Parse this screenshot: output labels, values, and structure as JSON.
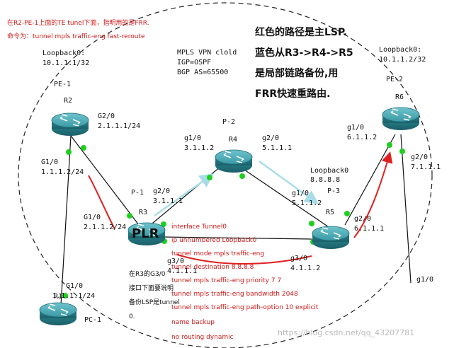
{
  "top_note": [
    "在R2-PE-1上面的TE tunel下面，指明用的是FRR.",
    "命令为：tunnel mpls traffic-eng fast-reroute"
  ],
  "cloud_info": [
    "MPLS VPN clold",
    "IGP=OSPF",
    "BGP AS=65500"
  ],
  "main_note": [
    "红色的路径是主LSP.",
    "蓝色从R3->R4->R5",
    "是局部链路备份,用",
    "FRR快速重路由."
  ],
  "loopback_pe1": [
    "Loopback0:",
    "10.1.1.1/32"
  ],
  "loopback_pe2": [
    "Loopback0:",
    "10.1.1.2/32"
  ],
  "loopback_p3": [
    "Loopback0",
    "8.8.8.8"
  ],
  "labels": {
    "pe1": "PE-1",
    "pe2": "PE-2",
    "p1": "P-1",
    "p2": "P-2",
    "p3": "P-3",
    "pc1": "PC-1",
    "r2": "R2",
    "r3": "R3",
    "r4": "R4",
    "r5": "R5",
    "r6": "R6",
    "r1": "R1",
    "plr": "PLR"
  },
  "interfaces": {
    "r2_g20": [
      "G2/0",
      "2.1.1.1/24"
    ],
    "r2_g10": [
      "G1/0",
      "1.1.1.2/24"
    ],
    "r3_g10": [
      "G1/0",
      "2.1.1.2/24"
    ],
    "r3_g20": [
      "g2/0",
      "3.1.1.1"
    ],
    "r3_g30": [
      "g3/0",
      "4.1.1.1"
    ],
    "r4_g10": [
      "g1/0",
      "3.1.1.2"
    ],
    "r4_g20": [
      "g2/0",
      "5.1.1.1"
    ],
    "r5_g10": [
      "g1/0",
      "5.1.1.2"
    ],
    "r5_g20": [
      "g2/0",
      "6.1.1.1"
    ],
    "r5_g30": [
      "g3/0",
      "4.1.1.2"
    ],
    "r6_g10": [
      "g1/0",
      "6.1.1.2"
    ],
    "r6_g20": [
      "g2/0",
      "7.1.1.1"
    ],
    "r1_g10": [
      "G1/0",
      "1.1.1.1/24"
    ],
    "bottom_g10": "g1/0"
  },
  "config_lines": [
    "interface Tunnel0",
    "ip unnumbered Loopback0",
    "tunnel mode mpls traffic-eng",
    "tunnel destination 8.8.8.8",
    "tunnel mpls traffic-eng priority 7 7",
    "tunnel mpls traffic-eng bandwidth 2048",
    "tunnel mpls traffic-eng path-option 10 explicit",
    "name backup",
    "no routing dynamic"
  ],
  "r3_note": [
    "在R3的G3/0",
    "接口下面要说明",
    "备份LSP是tunnel",
    "0."
  ],
  "watermark": "https://blog.csdn.net/qq_43207781",
  "colors": {
    "router": "#2f8f9a",
    "router_dark": "#1e6a74",
    "port": "#1fcf1f",
    "primary_path": "#e02020",
    "backup_path": "#a8dde8"
  }
}
